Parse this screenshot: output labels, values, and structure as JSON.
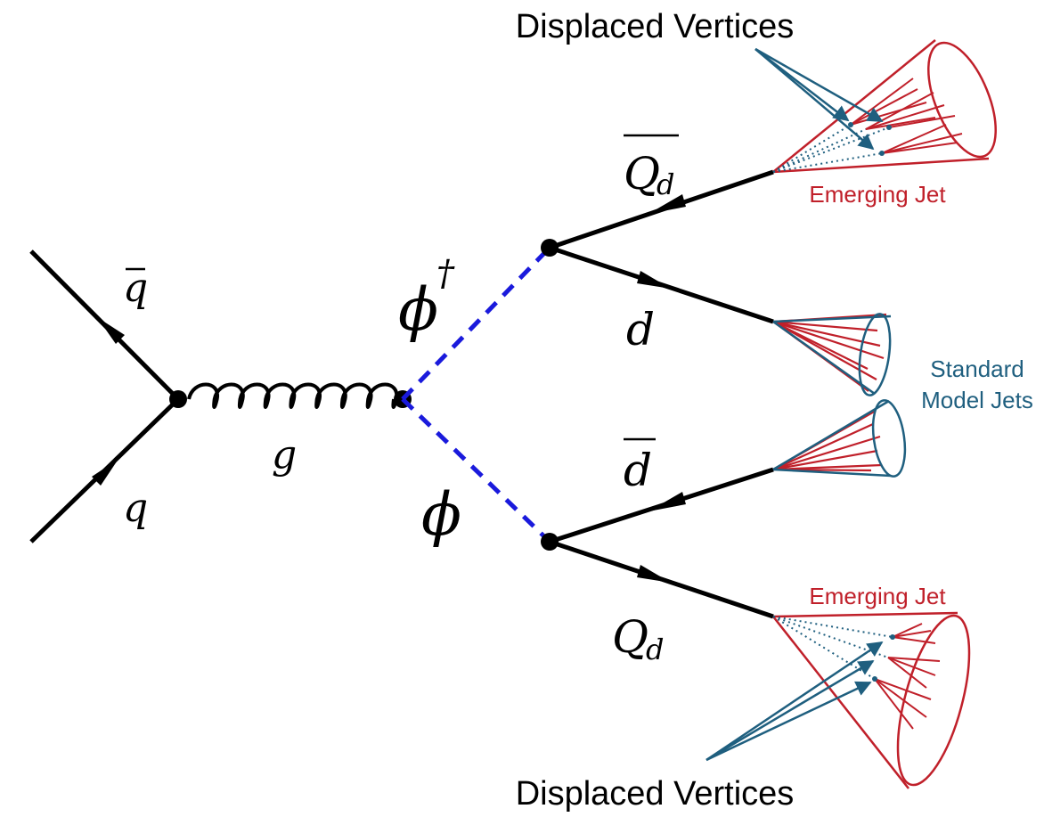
{
  "labels": {
    "top_vertices": "Displaced Vertices",
    "bottom_vertices": "Displaced Vertices",
    "emerging_top": "Emerging Jet",
    "emerging_bottom": "Emerging Jet",
    "sm_line1": "Standard",
    "sm_line2": "Model Jets"
  },
  "particles": {
    "qbar": "q",
    "q": "q",
    "g": "g",
    "phidag_base": "ϕ",
    "phidag_sup": "†",
    "phi": "ϕ",
    "Qd_bar": "Q",
    "Qd_bar_sub": "d",
    "d": "d",
    "dbar": "d",
    "Qd": "Q",
    "Qd_sub": "d"
  },
  "colors": {
    "fermion": "#000000",
    "scalar": "#1a1adc",
    "emerging": "#c0202a",
    "standard_model": "#1f5f7f",
    "arrow_annotation": "#1f5f7f"
  }
}
